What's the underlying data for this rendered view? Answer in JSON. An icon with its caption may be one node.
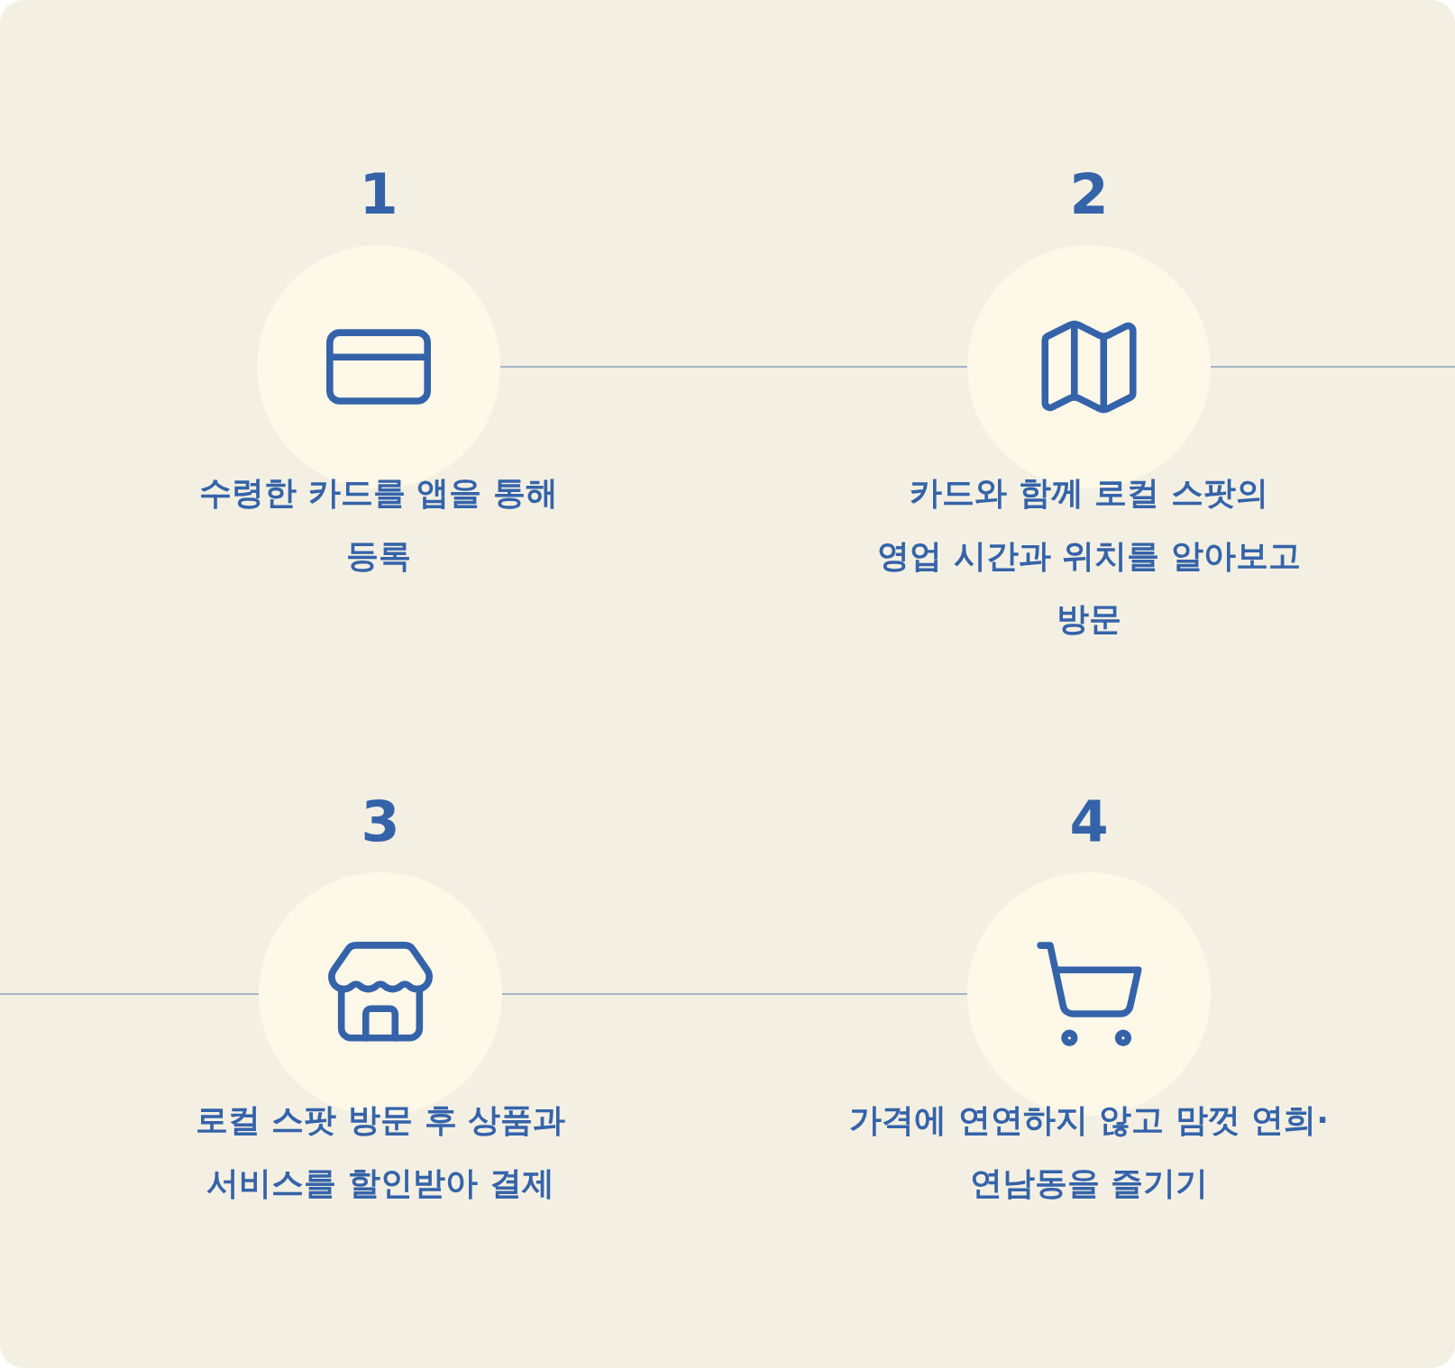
{
  "diagram": {
    "nodes": [
      {
        "text": [
          "1",
          "수령한 카드를 앱을 통해 등록"
        ]
      },
      {
        "text": [
          "2",
          "카드와 함께 로컬 스팟의 영업 시간과 위치를 알아보고 방문"
        ]
      },
      {
        "text": [
          "3",
          "로컬 스팟 방문 후 상품과 서비스를 할인받아 결제"
        ]
      },
      {
        "text": [
          "4",
          "가격에 연연하지 않고 맘껏 연희·연남동을 즐기기"
        ]
      }
    ],
    "edges": [
      {
        "from": 0,
        "to": 1,
        "arrow": "none"
      },
      {
        "from": 1,
        "to": null,
        "arrow": "none"
      },
      {
        "from": null,
        "to": 2,
        "arrow": "none"
      },
      {
        "from": 2,
        "to": 3,
        "arrow": "none"
      }
    ]
  }
}
